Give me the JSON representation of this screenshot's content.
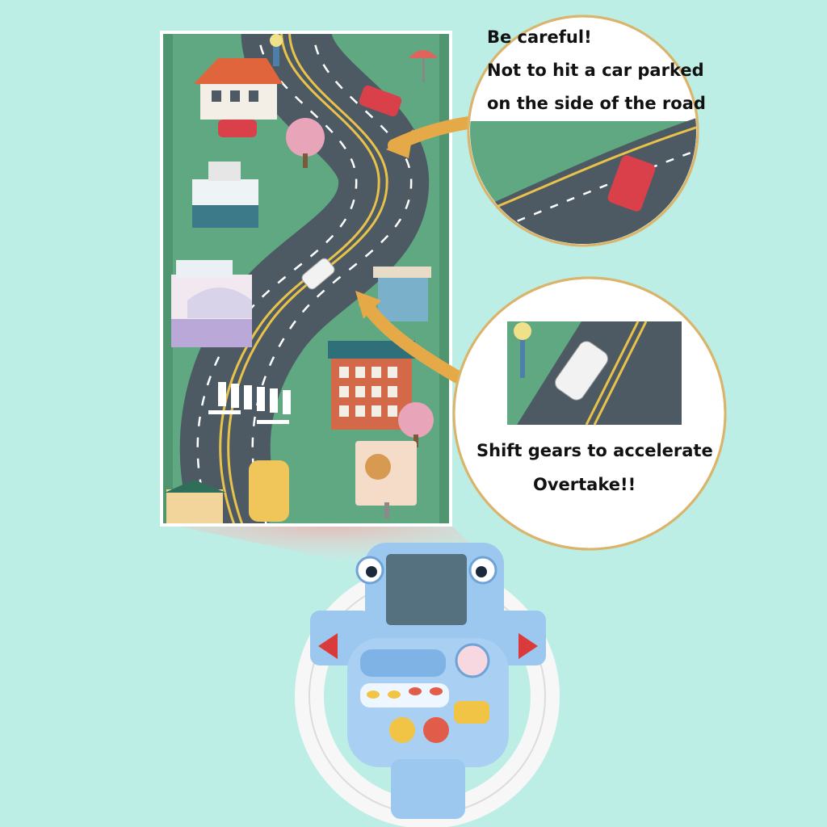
{
  "callouts": {
    "top": {
      "line1": "Be careful!",
      "line2": "Not to hit a car parked",
      "line3": "on the side of the road"
    },
    "bottom": {
      "line1": "Shift gears to accelerate",
      "line2": "Overtake!!"
    }
  },
  "icons": [
    "road-map",
    "steering-wheel-toy",
    "left-arrow-button",
    "right-arrow-button",
    "gear-shift-lever",
    "horn-button"
  ],
  "colors": {
    "background": "#bdeee6",
    "map_grass": "#5fa882",
    "road": "#4d5a63",
    "road_line": "#e8c24a",
    "callout_border": "#d9b46a",
    "wheel_blue": "#9cc7ef",
    "wheel_white": "#f7f7f7"
  }
}
